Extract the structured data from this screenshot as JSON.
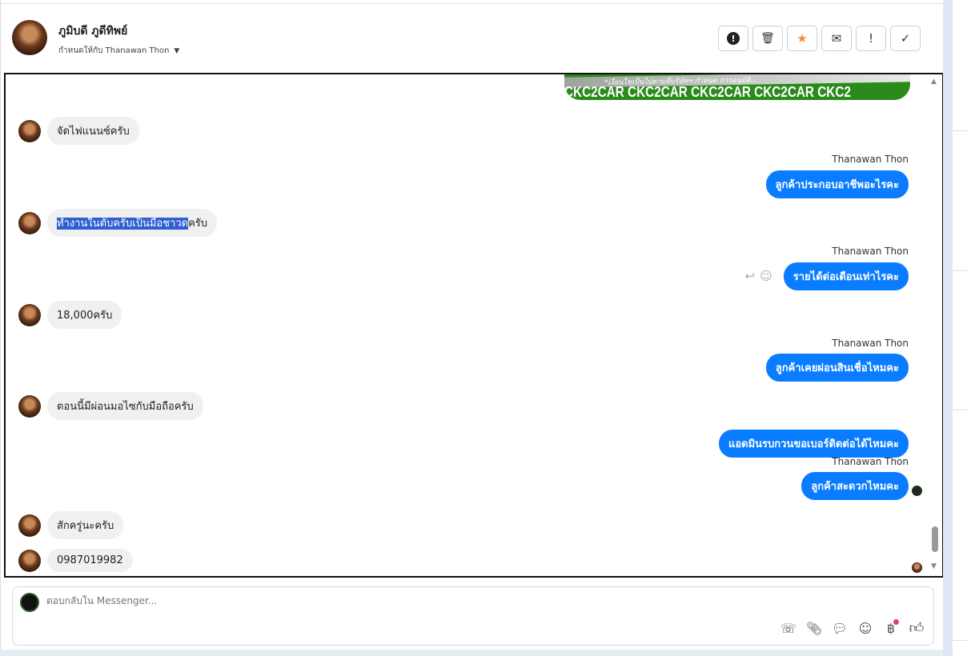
{
  "header": {
    "contact_name": "ภูมิบดี ภูดีทิพย์",
    "assigned_label": "กำหนดให้กับ Thanawan Thon",
    "toolbar": [
      {
        "icon": "alert-circle-icon",
        "glyph": "!"
      },
      {
        "icon": "trash-icon",
        "glyph": "🗑"
      },
      {
        "icon": "star-icon",
        "glyph": "★",
        "color": "#f5883a"
      },
      {
        "icon": "mail-icon",
        "glyph": "✉"
      },
      {
        "icon": "exclamation-icon",
        "glyph": "!"
      },
      {
        "icon": "check-icon",
        "glyph": "✓"
      }
    ]
  },
  "banner": {
    "caption": "*เงื่อนไขเป็นไปตามที่บริษัทฯ กำหนด การอนุมัติ...",
    "brand": "CKC2CAR CKC2CAR CKC2CAR CKC2CAR CKC2"
  },
  "messages": [
    {
      "dir": "in",
      "text": "จัดไฟแนนซ์ครับ"
    },
    {
      "dir": "out",
      "sender": "Thanawan Thon",
      "text": "ลูกค้าประกอบอาชีพอะไรคะ"
    },
    {
      "dir": "in",
      "text_selected": "ทำงานในตับครับเป็นมือชาวด",
      "text_rest": "ครับ"
    },
    {
      "dir": "out",
      "sender": "Thanawan Thon",
      "text": "รายได้ต่อเดือนเท่าไรคะ"
    },
    {
      "dir": "in",
      "text": "18,000ครับ"
    },
    {
      "dir": "out",
      "sender": "Thanawan Thon",
      "text": "ลูกค้าเคยผ่อนสินเชื่อไหมคะ"
    },
    {
      "dir": "in",
      "text": "ตอนนี้มีผ่อนมอไซกับมือถือครับ"
    },
    {
      "dir": "out",
      "text": "แอดมินรบกวนขอเบอร์ติดต่อได้ไหมคะ"
    },
    {
      "dir": "out",
      "sender": "Thanawan Thon",
      "text": "ลูกค้าสะดวกไหมคะ"
    },
    {
      "dir": "in",
      "text": "สักครู่นะครับ"
    },
    {
      "dir": "in",
      "text": "0987019982"
    }
  ],
  "composer": {
    "placeholder": "ตอบกลับใน Messenger..."
  },
  "colors": {
    "accent": "#0a7cff",
    "star": "#f5883a",
    "badge": "#e8415a"
  }
}
